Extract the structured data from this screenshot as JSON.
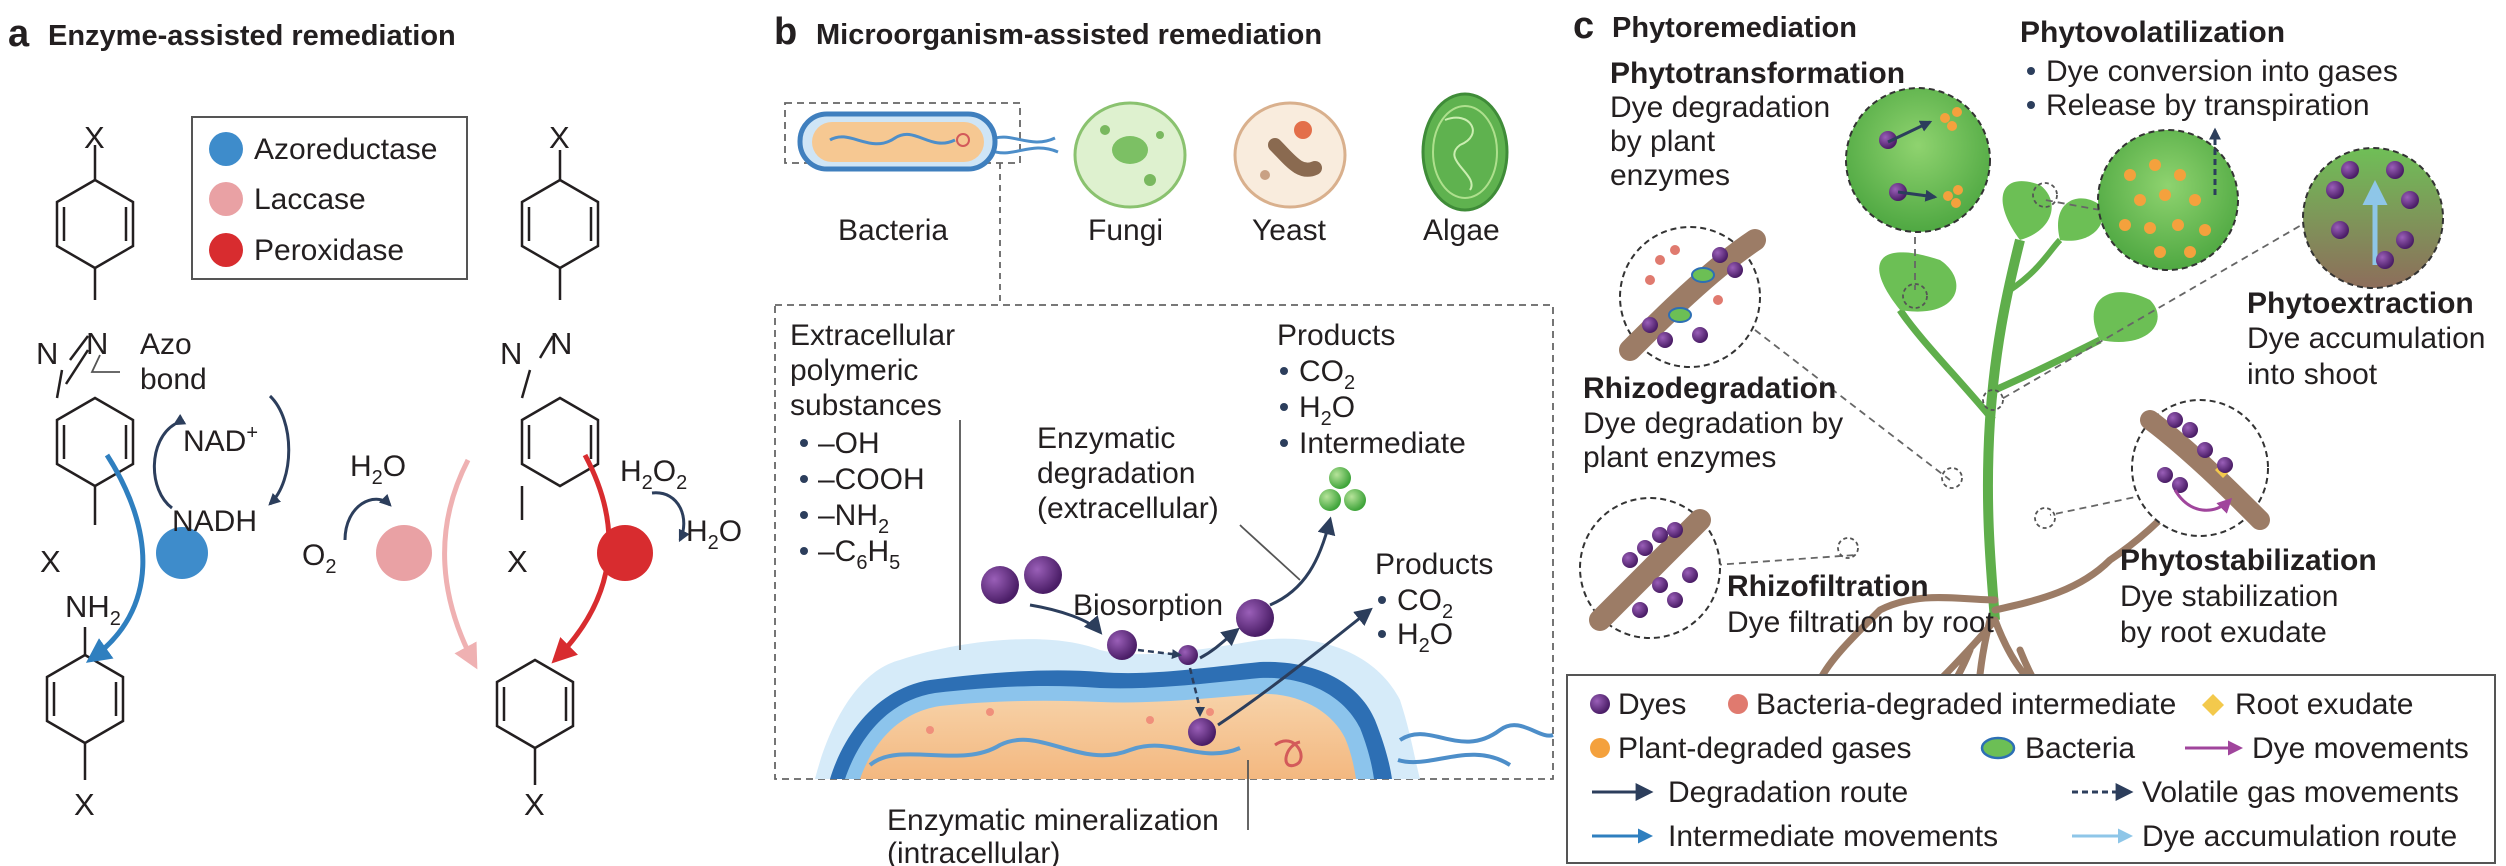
{
  "panel_a": {
    "letter": "a",
    "title": "Enzyme-assisted remediation",
    "legend": [
      {
        "label": "Azoreductase",
        "color": "#3e8ccb"
      },
      {
        "label": "Laccase",
        "color": "#e9a1a4"
      },
      {
        "label": "Peroxidase",
        "color": "#d82c2f"
      }
    ],
    "x_top_left": "X",
    "x_mid_left": "X",
    "x_bottom_left": "X",
    "x_top_right": "X",
    "x_mid_right": "X",
    "x_bottom_right": "X",
    "n_left_1": "N",
    "n_left_2": "N",
    "n_right_1": "N",
    "n_right_2": "N",
    "azo_1": "Azo",
    "azo_2": "bond",
    "nh2": "NH",
    "nh2_sub": "2",
    "nad": "NAD",
    "nad_sup": "+",
    "nadh": "NADH",
    "o2": "O",
    "o2_sub": "2",
    "h2o": "H",
    "h2o_sub": "2",
    "h2o_end": "O",
    "h2o2": "H",
    "h2o2_sub1": "2",
    "h2o2_mid": "O",
    "h2o2_sub2": "2",
    "h2o_r": "H",
    "h2o_r_sub": "2",
    "h2o_r_end": "O"
  },
  "panel_b": {
    "letter": "b",
    "title": "Microorganism-assisted remediation",
    "organisms": [
      "Bacteria",
      "Fungi",
      "Yeast",
      "Algae"
    ],
    "eps_1": "Extracellular",
    "eps_2": "polymeric",
    "eps_3": "substances",
    "eps_items": [
      "–OH",
      "–COOH",
      "–NH",
      "–C"
    ],
    "nh_sub": "2",
    "c6h5_mid": "H",
    "c6h5_sub1": "6",
    "c6h5_sub2": "5",
    "products_1": "Products",
    "products_1_items": [
      "CO",
      "H",
      "Intermediate"
    ],
    "p1_co_sub": "2",
    "p1_h_sub": "2",
    "p1_h_end": "O",
    "enz_1": "Enzymatic",
    "enz_2": "degradation",
    "enz_3": "(extracellular)",
    "biosorption": "Biosorption",
    "products_2": "Products",
    "products_2_items": [
      "CO",
      "H"
    ],
    "p2_co_sub": "2",
    "p2_h_sub": "2",
    "p2_h_end": "O",
    "mineral_1": "Enzymatic mineralization",
    "mineral_2": "(intracellular)"
  },
  "panel_c": {
    "letter": "c",
    "title": "Phytoremediation",
    "phytotransformation": {
      "title": "Phytotransformation",
      "lines": [
        "Dye degradation",
        "by plant",
        "enzymes"
      ]
    },
    "phytovolatilization": {
      "title": "Phytovolatilization",
      "lines": [
        "Dye conversion into gases",
        "Release by transpiration"
      ]
    },
    "phytoextraction": {
      "title": "Phytoextraction",
      "lines": [
        "Dye accumulation",
        "into shoot"
      ]
    },
    "rhizodegradation": {
      "title": "Rhizodegradation",
      "lines": [
        "Dye degradation by",
        "plant enzymes"
      ]
    },
    "rhizofiltration": {
      "title": "Rhizofiltration",
      "lines": [
        "Dye filtration by root"
      ]
    },
    "phytostabilization": {
      "title": "Phytostabilization",
      "lines": [
        "Dye stabilization",
        "by root exudate"
      ]
    },
    "legend": {
      "dyes": "Dyes",
      "bacteria_intermediate": "Bacteria-degraded intermediate",
      "root_exudate": "Root exudate",
      "plant_gases": "Plant-degraded gases",
      "bacteria": "Bacteria",
      "dye_movements": "Dye movements",
      "degradation_route": "Degradation route",
      "volatile": "Volatile gas movements",
      "intermediate_movements": "Intermediate movements",
      "accumulation": "Dye accumulation route"
    }
  },
  "colors": {
    "azoreductase": "#3e8ccb",
    "laccase": "#e9a1a4",
    "peroxidase": "#d82c2f",
    "dye": "#5b2a7a",
    "leaf": "#6cbf55",
    "root": "#9c7c66",
    "navy": "#2c3e5c"
  }
}
